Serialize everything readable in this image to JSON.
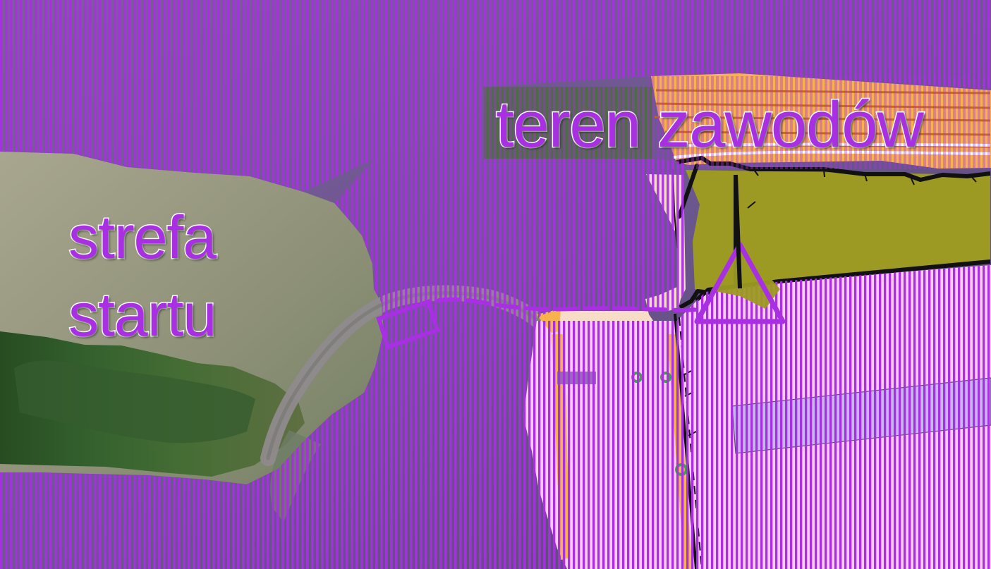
{
  "map": {
    "labels": {
      "start_zone": [
        "strefa",
        "startu"
      ],
      "competition_area": "teren zawodów"
    },
    "symbols": {
      "start": "start-triangle-icon"
    },
    "colors": {
      "overlay_purple": "#a92fe3",
      "olive": "#9c9a22",
      "orange": "#f7b24d",
      "peach": "#f7dcc8",
      "pink": "#ffc9f2",
      "lavender": "#c9b6ef",
      "black": "#111111",
      "green": "#3fa24b"
    }
  }
}
